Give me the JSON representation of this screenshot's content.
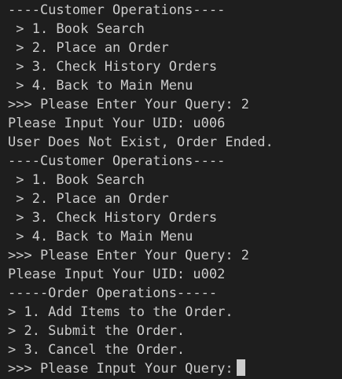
{
  "terminal": {
    "lines": [
      "----Customer Operations----",
      " > 1. Book Search",
      " > 2. Place an Order",
      " > 3. Check History Orders",
      " > 4. Back to Main Menu",
      ">>> Please Enter Your Query: 2",
      "Please Input Your UID: u006",
      "User Does Not Exist, Order Ended.",
      "----Customer Operations----",
      " > 1. Book Search",
      " > 2. Place an Order",
      " > 3. Check History Orders",
      " > 4. Back to Main Menu",
      ">>> Please Enter Your Query: 2",
      "Please Input Your UID: u002",
      "-----Order Operations-----",
      "> 1. Add Items to the Order.",
      "> 2. Submit the Order.",
      "> 3. Cancel the Order."
    ],
    "prompt": ">>> Please Input Your Query:"
  },
  "colors": {
    "background": "#1e1e1e",
    "text": "#cccccc",
    "cursor": "#cccccc"
  }
}
